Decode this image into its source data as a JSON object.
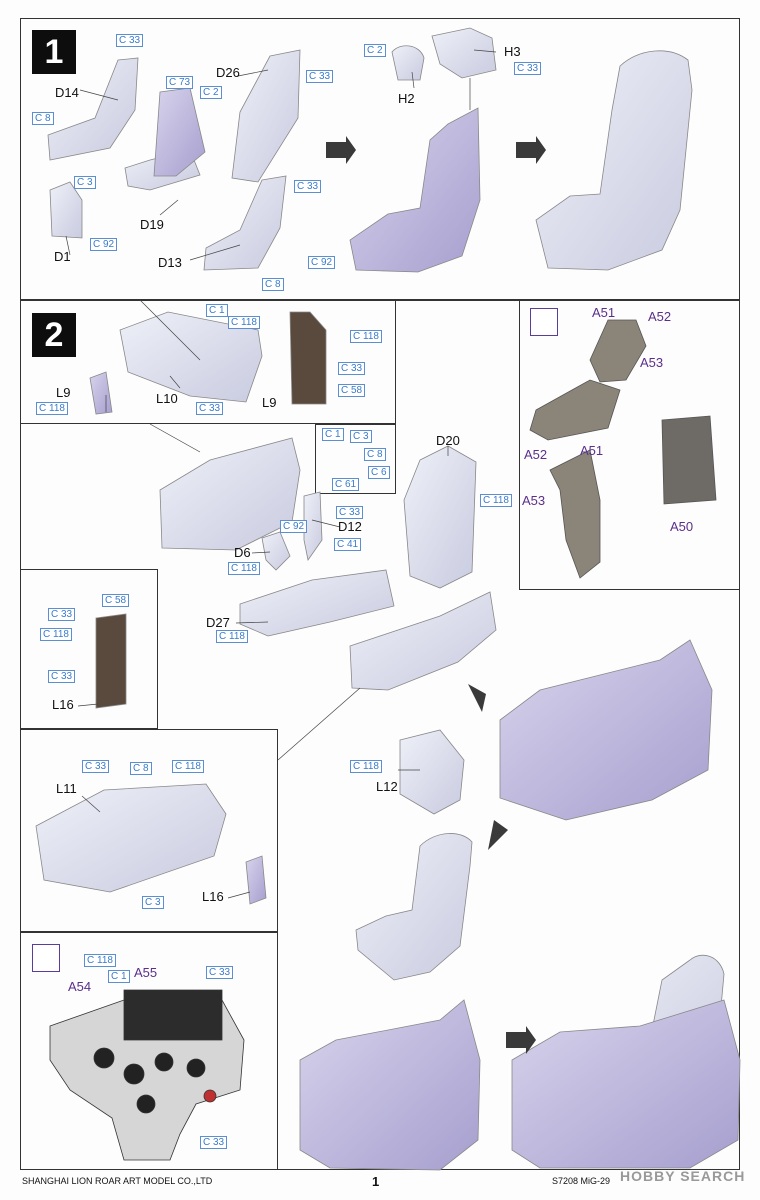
{
  "steps": {
    "s1": "1",
    "s2": "2"
  },
  "parts": {
    "D14": "D14",
    "D26": "D26",
    "D19": "D19",
    "D1": "D1",
    "D13": "D13",
    "H2": "H2",
    "H3": "H3",
    "L9a": "L9",
    "L9b": "L9",
    "L10": "L10",
    "D20": "D20",
    "D12": "D12",
    "D6": "D6",
    "D27": "D27",
    "L16a": "L16",
    "L16b": "L16",
    "L11": "L11",
    "L12": "L12"
  },
  "photo_parts": {
    "A51a": "A51",
    "A52a": "A52",
    "A53a": "A53",
    "A52b": "A52",
    "A51b": "A51",
    "A53b": "A53",
    "A50": "A50",
    "A54": "A54",
    "A55": "A55"
  },
  "colors": {
    "c33_1": "C 33",
    "c73": "C 73",
    "c2_1": "C 2",
    "c8_1": "C 8",
    "c33_d26": "C 33",
    "c3_d1": "C 3",
    "c92_d1": "C 92",
    "c33_d13": "C 33",
    "c8_d13": "C 8",
    "c2_h2": "C 2",
    "c33_h3": "C 33",
    "c92_seat": "C 92",
    "c1_l10": "C 1",
    "c118_l10": "C 118",
    "c33_l10": "C 33",
    "c118_l9a": "C 118",
    "c118_l9b": "C 118",
    "c33_l9b": "C 33",
    "c58_l9b": "C 58",
    "c1_b": "C 1",
    "c3_b": "C 3",
    "c8_b": "C 8",
    "c6_b": "C 6",
    "c61_b": "C 61",
    "c118_d20": "C 118",
    "c33_d12": "C 33",
    "c92_d12": "C 92",
    "c41_d12": "C 41",
    "c118_d6": "C 118",
    "c118_d27": "C 118",
    "c33_l16": "C 33",
    "c58_l16": "C 58",
    "c118_l16": "C 118",
    "c33_l16b": "C 33",
    "c118_l12": "C 118",
    "c33_l11a": "C 33",
    "c8_l11": "C 8",
    "c118_l11": "C 118",
    "c3_l11": "C 3",
    "c118_ip": "C 118",
    "c1_ip": "C 1",
    "c33_ip": "C 33",
    "c33_ip2": "C 33"
  },
  "footer": {
    "company": "SHANGHAI LION ROAR ART MODEL CO.,LTD",
    "page": "1",
    "product": "S7208 MiG-29",
    "watermark": "HOBBY SEARCH"
  },
  "palette": {
    "part_fill": "#e3e4f1",
    "part_fill_dark": "#c9c7e2",
    "accent_purple": "#5a2f8a",
    "callout_blue": "#3b7bc9"
  }
}
